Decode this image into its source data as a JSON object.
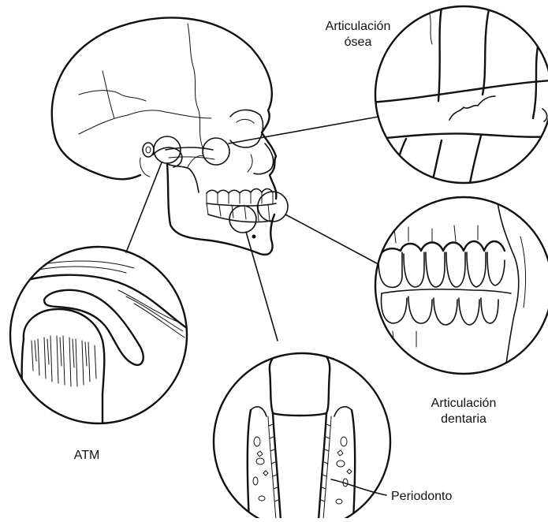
{
  "labels": {
    "bone_joint": [
      "Articulación",
      "ósea"
    ],
    "tmj": "ATM",
    "dental_joint": [
      "Articulación",
      "dentaria"
    ],
    "periodontium": "Periodonto"
  },
  "colors": {
    "ink": "#111111",
    "background": "#ffffff"
  }
}
